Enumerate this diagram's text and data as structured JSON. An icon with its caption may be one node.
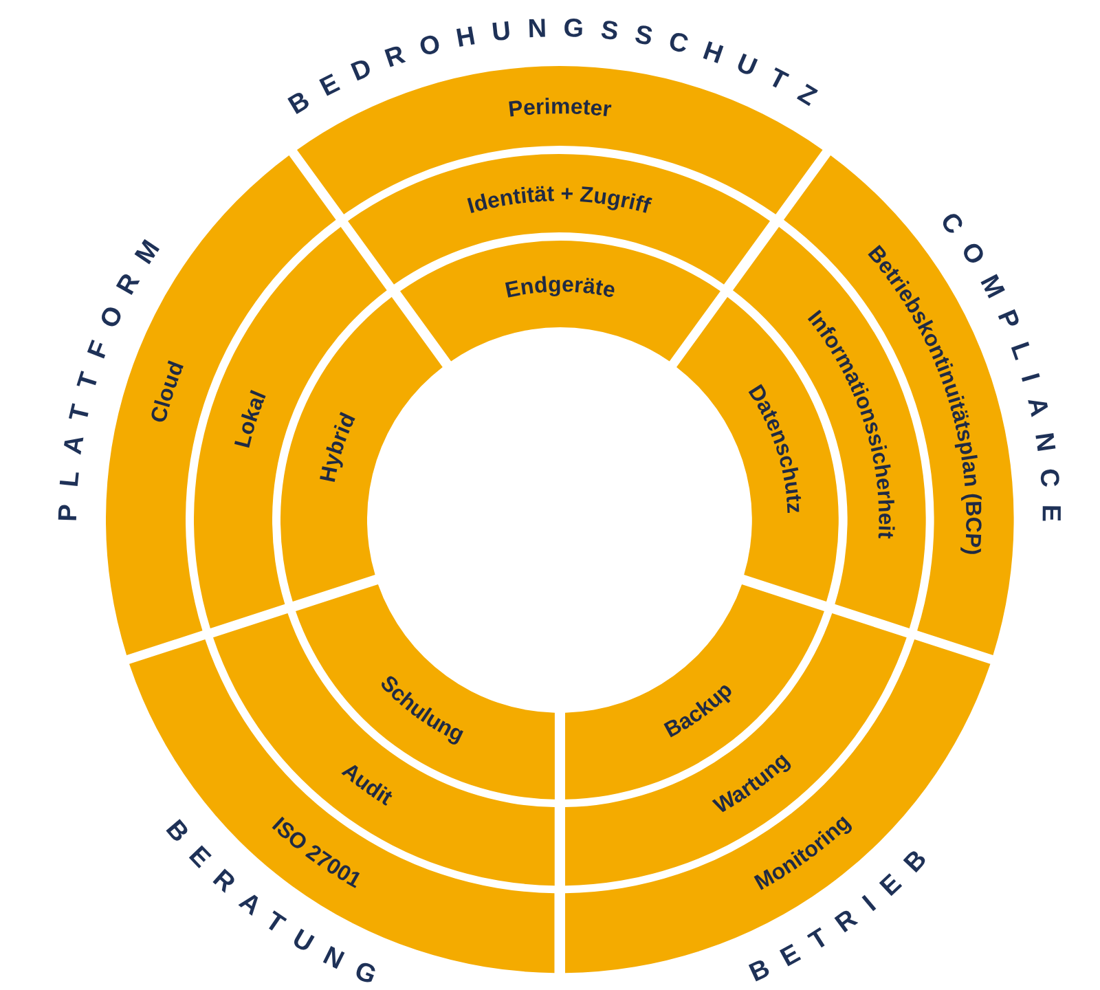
{
  "diagram": {
    "nodes": [
      {
        "text": [
          "Perimeter"
        ]
      },
      {
        "text": [
          "Identität + Zugriff"
        ]
      },
      {
        "text": [
          "Endgeräte"
        ]
      },
      {
        "text": [
          "Betriebskontinuitätsplan (BCP)"
        ]
      },
      {
        "text": [
          "Informationssicherheit"
        ]
      },
      {
        "text": [
          "Datenschutz"
        ]
      },
      {
        "text": [
          "Monitoring"
        ]
      },
      {
        "text": [
          "Wartung"
        ]
      },
      {
        "text": [
          "Backup"
        ]
      },
      {
        "text": [
          "ISO 27001"
        ]
      },
      {
        "text": [
          "Audit"
        ]
      },
      {
        "text": [
          "Schulung"
        ]
      },
      {
        "text": [
          "Cloud"
        ]
      },
      {
        "text": [
          "Lokal"
        ]
      },
      {
        "text": [
          "Hybrid"
        ]
      }
    ],
    "labels": [
      "BEDROHUNGSSCHUTZ",
      "COMPLIANCE",
      "BETRIEB",
      "BERATUNG",
      "PLATTFORM"
    ]
  }
}
